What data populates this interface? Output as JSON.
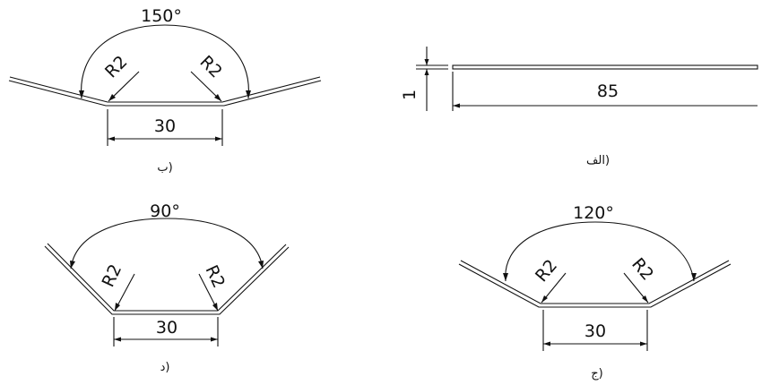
{
  "figures": {
    "alef": {
      "caption": "الف)",
      "length_label": "85",
      "thickness_label": "1"
    },
    "be": {
      "caption": "ب)",
      "angle_label": "150°",
      "base_label": "30",
      "radius_left": "R2",
      "radius_right": "R2"
    },
    "jim": {
      "caption": "ج)",
      "angle_label": "120°",
      "base_label": "30",
      "radius_left": "R2",
      "radius_right": "R2"
    },
    "dal": {
      "caption": "د)",
      "angle_label": "90°",
      "base_label": "30",
      "radius_left": "R2",
      "radius_right": "R2"
    }
  }
}
